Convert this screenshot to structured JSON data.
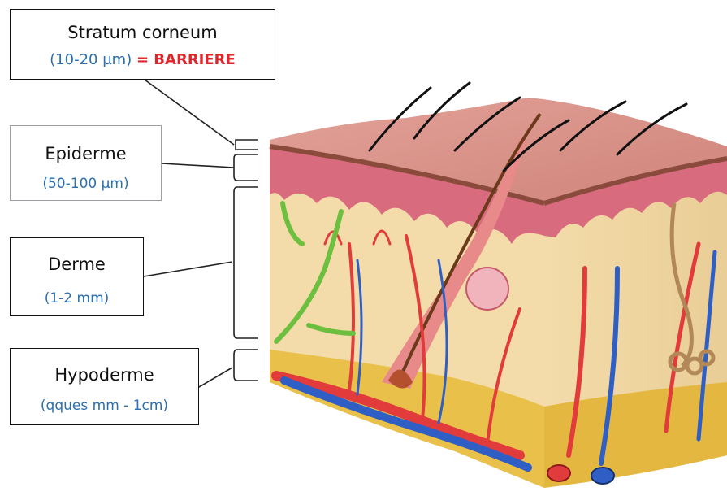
{
  "layers": [
    {
      "id": "stratum-corneum",
      "name": "Stratum corneum",
      "thickness": "(10-20 µm)",
      "note": "= BARRIERE"
    },
    {
      "id": "epiderme",
      "name": "Epiderme",
      "thickness": "(50-100 µm)"
    },
    {
      "id": "derme",
      "name": "Derme",
      "thickness": "(1-2 mm)"
    },
    {
      "id": "hypoderme",
      "name": "Hypoderme",
      "thickness": "(qques mm - 1cm)"
    }
  ],
  "colors": {
    "label_text": "#111111",
    "thickness_text": "#2a6fb0",
    "barrier_text": "#e0262a",
    "skin_surface": "#e8a9a0",
    "epidermis": "#d96b7e",
    "dermis": "#f3dcaa",
    "hypodermis": "#e8c04a",
    "artery": "#e23b3b",
    "vein": "#2f5fc4",
    "nerve": "#6dbf3f"
  }
}
